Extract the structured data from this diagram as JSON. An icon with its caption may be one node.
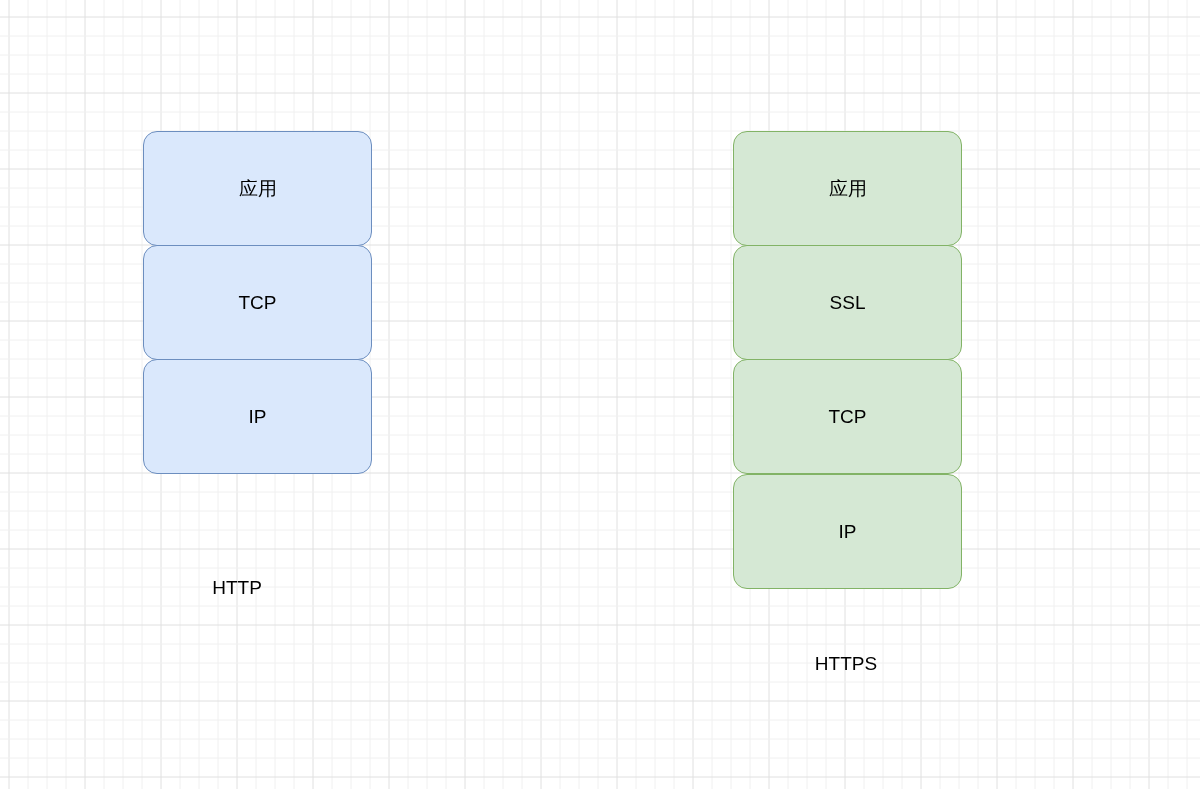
{
  "diagram": {
    "nodes": [
      {
        "text": [
          "应用"
        ]
      },
      {
        "text": [
          "TCP"
        ]
      },
      {
        "text": [
          "IP"
        ]
      },
      {
        "text": [
          "应用"
        ]
      },
      {
        "text": [
          "SSL"
        ]
      },
      {
        "text": [
          "TCP"
        ]
      },
      {
        "text": [
          "IP"
        ]
      }
    ],
    "labels": [
      "HTTP",
      "HTTPS"
    ]
  }
}
